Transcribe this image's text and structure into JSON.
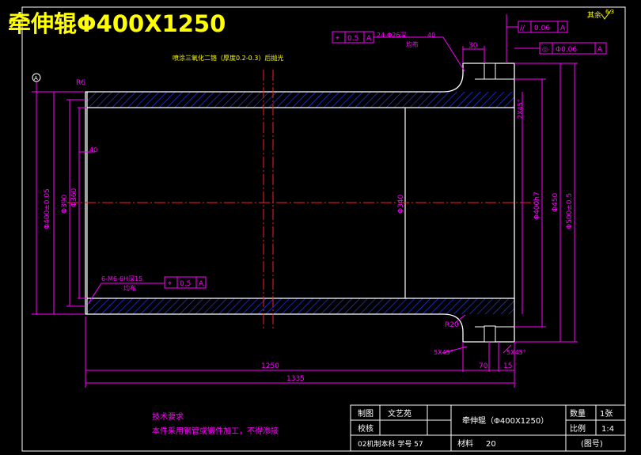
{
  "title": "牵伸辊Φ400X1250",
  "corner_roughness": "其余",
  "corner_roughness_value": "6.3",
  "coating_note": "喷涂三氧化二铬（厚度0.2-0.3）后抛光",
  "datum_label": "A",
  "fcf_left": {
    "symbol": "⌖",
    "tol": "0.5",
    "datum": "A"
  },
  "hole_note": {
    "line1": "24-Φ26深",
    "depth": "40",
    "line2": "均布"
  },
  "fcf_top_right": {
    "symbol": "//",
    "tol": "0.06",
    "datum": "A"
  },
  "fcf_right": {
    "symbol": "◎",
    "tol": "Φ0.06",
    "datum": "A"
  },
  "fcf_bottom_left": {
    "symbol": "⌖",
    "tol": "0.5",
    "datum": "A"
  },
  "thread_note": {
    "line1": "6-M6-6H深15",
    "line2": "均布"
  },
  "dims": {
    "r6": "R6",
    "d30": "30",
    "d40": "40",
    "chamfer_right_top": "2X45°",
    "dia_400": "Φ400±0.05",
    "dia_390": "Φ390",
    "dia_360": "Φ360",
    "dia_340": "Φ340",
    "dia_400h7": "Φ400h7",
    "dia_450": "Φ450",
    "dia_500": "Φ500±0.5",
    "r20": "R20",
    "chamfer_bl": "5X45°",
    "chamfer_br": "5X45°",
    "len_1250": "1250",
    "len_70": "70",
    "len_15": "15",
    "len_1335": "1335"
  },
  "tech_requirements": {
    "heading": "技术要求",
    "text": "本件采用钢管或锻件加工，不得渗接"
  },
  "title_block": {
    "drawn_label": "制图",
    "drawn_name": "文艺苑",
    "checked_label": "校核",
    "part_name": "牵伸辊（Φ400X1250）",
    "qty_label": "数量",
    "qty_value": "1张",
    "scale_label": "比例",
    "scale_value": "1:4",
    "class_info": "02机制本科  学号 57",
    "material_label": "材料",
    "material_value": "20",
    "drawing_no": "(图号)"
  },
  "colors": {
    "outline": "#ffffff",
    "dimension": "#ff00ff",
    "hatch": "#0000ff",
    "centerline": "#ff0000",
    "title": "#ffff00",
    "text": "#ffffff"
  }
}
